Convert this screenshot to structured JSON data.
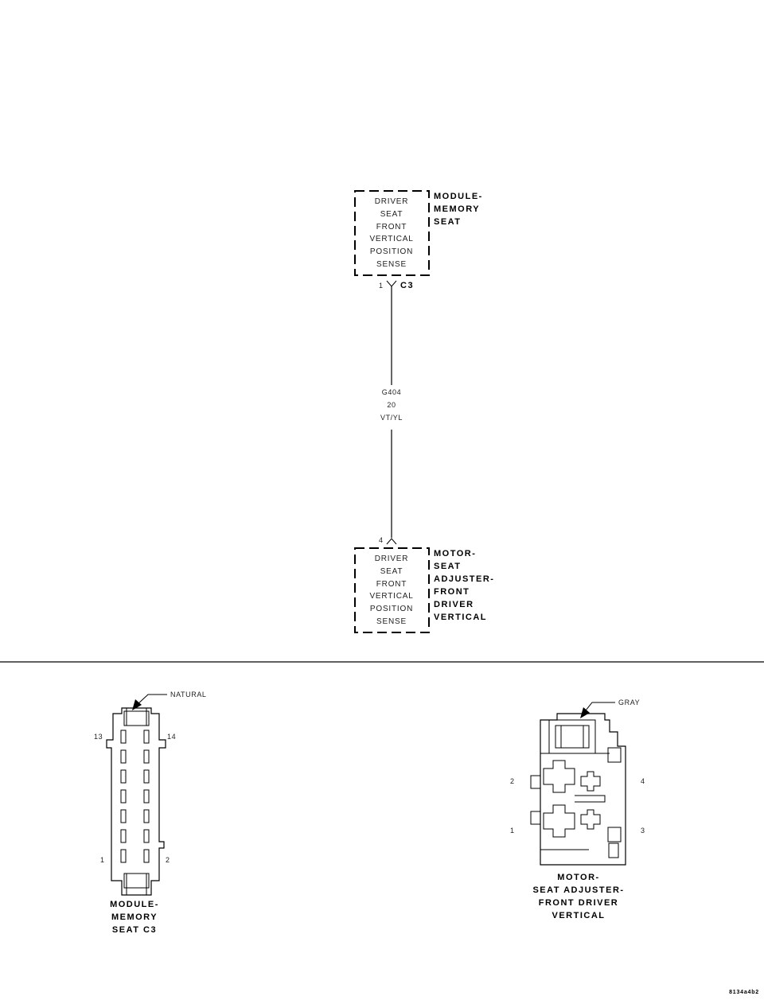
{
  "module_box": {
    "lines": [
      "DRIVER",
      "SEAT",
      "FRONT",
      "VERTICAL",
      "POSITION",
      "SENSE"
    ],
    "title": [
      "MODULE-",
      "MEMORY",
      "SEAT"
    ]
  },
  "connector_top": {
    "pin": "1",
    "name": "C3"
  },
  "wire": {
    "circuit": "G404",
    "gauge": "20",
    "color": "VT/YL"
  },
  "connector_bottom": {
    "pin": "4"
  },
  "motor_box": {
    "lines": [
      "DRIVER",
      "SEAT",
      "FRONT",
      "VERTICAL",
      "POSITION",
      "SENSE"
    ],
    "title": [
      "MOTOR-",
      "SEAT",
      "ADJUSTER-",
      "FRONT",
      "DRIVER",
      "VERTICAL"
    ]
  },
  "left_connector": {
    "color_label": "NATURAL",
    "pins": {
      "top_left": "13",
      "top_right": "14",
      "bottom_left": "1",
      "bottom_right": "2"
    },
    "caption": [
      "MODULE-",
      "MEMORY",
      "SEAT C3"
    ]
  },
  "right_connector": {
    "color_label": "GRAY",
    "pins": {
      "upper_left": "2",
      "upper_right": "4",
      "lower_left": "1",
      "lower_right": "3"
    },
    "caption": [
      "MOTOR-",
      "SEAT ADJUSTER-",
      "FRONT DRIVER",
      "VERTICAL"
    ]
  },
  "figure_id": "8134a4b2"
}
